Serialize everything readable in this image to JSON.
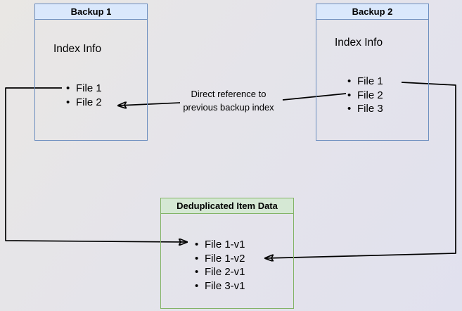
{
  "boxes": {
    "backup1": {
      "title": "Backup 1",
      "heading": "Index Info",
      "items": [
        "File 1",
        "File 2"
      ]
    },
    "backup2": {
      "title": "Backup 2",
      "heading": "Index Info",
      "items": [
        "File 1",
        "File 2",
        "File 3"
      ]
    },
    "dedup": {
      "title": "Deduplicated Item Data",
      "items": [
        "File 1-v1",
        "File 1-v2",
        "File 2-v1",
        "File 3-v1"
      ]
    }
  },
  "annotation": {
    "line1": "Direct reference to",
    "line2": "previous backup index"
  },
  "bullet_glyph": "•",
  "colors": {
    "blue_header_fill": "#dae8fc",
    "blue_border": "#6c8ebf",
    "green_header_fill": "#d5e8d4",
    "green_border": "#82b366",
    "arrow": "#000000",
    "text": "#000000"
  }
}
